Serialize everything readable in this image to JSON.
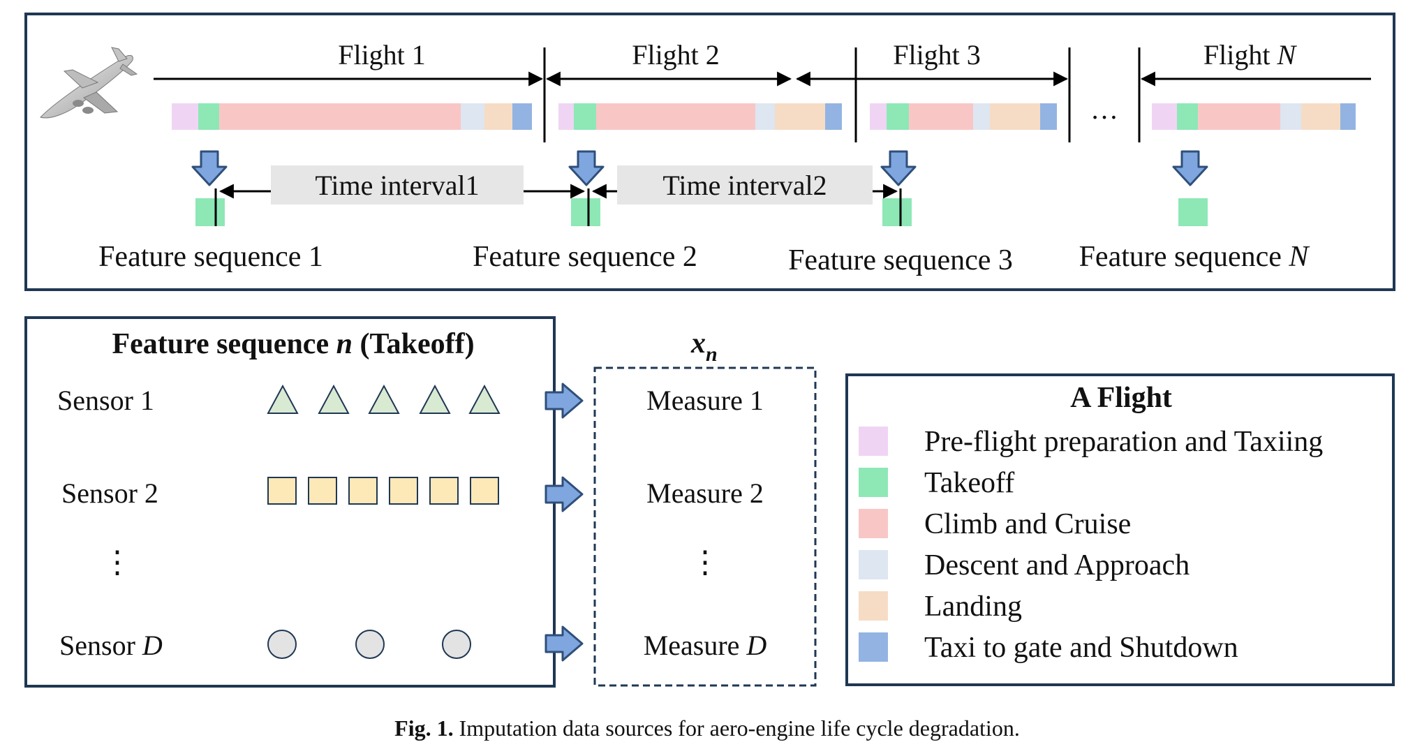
{
  "flights": [
    {
      "label": "Flight 1",
      "label_prefix": "Flight",
      "label_var": "1"
    },
    {
      "label": "Flight 2",
      "label_prefix": "Flight",
      "label_var": "2"
    },
    {
      "label": "Flight 3",
      "label_prefix": "Flight",
      "label_var": "3"
    },
    {
      "label": "Flight N",
      "label_prefix": "Flight",
      "label_var": "N"
    }
  ],
  "ellipsis": "…",
  "time_intervals": [
    "Time interval1",
    "Time interval2"
  ],
  "feature_sequences": [
    {
      "prefix": "Feature sequence",
      "var": "1"
    },
    {
      "prefix": "Feature sequence",
      "var": "2"
    },
    {
      "prefix": "Feature sequence",
      "var": "3"
    },
    {
      "prefix": "Feature sequence",
      "var": "N"
    }
  ],
  "detail_panel": {
    "title_prefix": "Feature sequence",
    "title_var": "n",
    "title_suffix": "(Takeoff)",
    "sensors": [
      {
        "prefix": "Sensor",
        "var": "1",
        "marker": "triangle",
        "count": 5
      },
      {
        "prefix": "Sensor",
        "var": "2",
        "marker": "square",
        "count": 6
      },
      {
        "prefix": "Sensor",
        "var": "D",
        "marker": "circle",
        "count": 3
      }
    ],
    "vdots": "⋮"
  },
  "measures_box": {
    "header": "x",
    "header_subscript": "n",
    "measures": [
      {
        "prefix": "Measure",
        "var": "1"
      },
      {
        "prefix": "Measure",
        "var": "2"
      },
      {
        "prefix": "Measure",
        "var": "D"
      }
    ],
    "vdots": "⋮"
  },
  "legend": {
    "title": "A Flight",
    "items": [
      {
        "label": "Pre-flight preparation and Taxiing",
        "color": "#efd5f3"
      },
      {
        "label": "Takeoff",
        "color": "#8de8b6"
      },
      {
        "label": "Climb and Cruise",
        "color": "#f9c6c6"
      },
      {
        "label": "Descent and Approach",
        "color": "#dde6f1"
      },
      {
        "label": "Landing",
        "color": "#f6dcc5"
      },
      {
        "label": "Taxi to gate and Shutdown",
        "color": "#93b4e2"
      }
    ]
  },
  "caption": {
    "label": "Fig. 1.",
    "text": "Imputation data sources for aero-engine life cycle degradation."
  },
  "colors": {
    "frame": "#1f3753",
    "arrow_fill": "#7fa6df",
    "arrow_stroke": "#2f4f7a",
    "interval_bg": "#e6e6e6",
    "triangle_fill": "#d9ead3",
    "square_fill": "#fde8b8",
    "circle_fill": "#e3e3e3"
  }
}
